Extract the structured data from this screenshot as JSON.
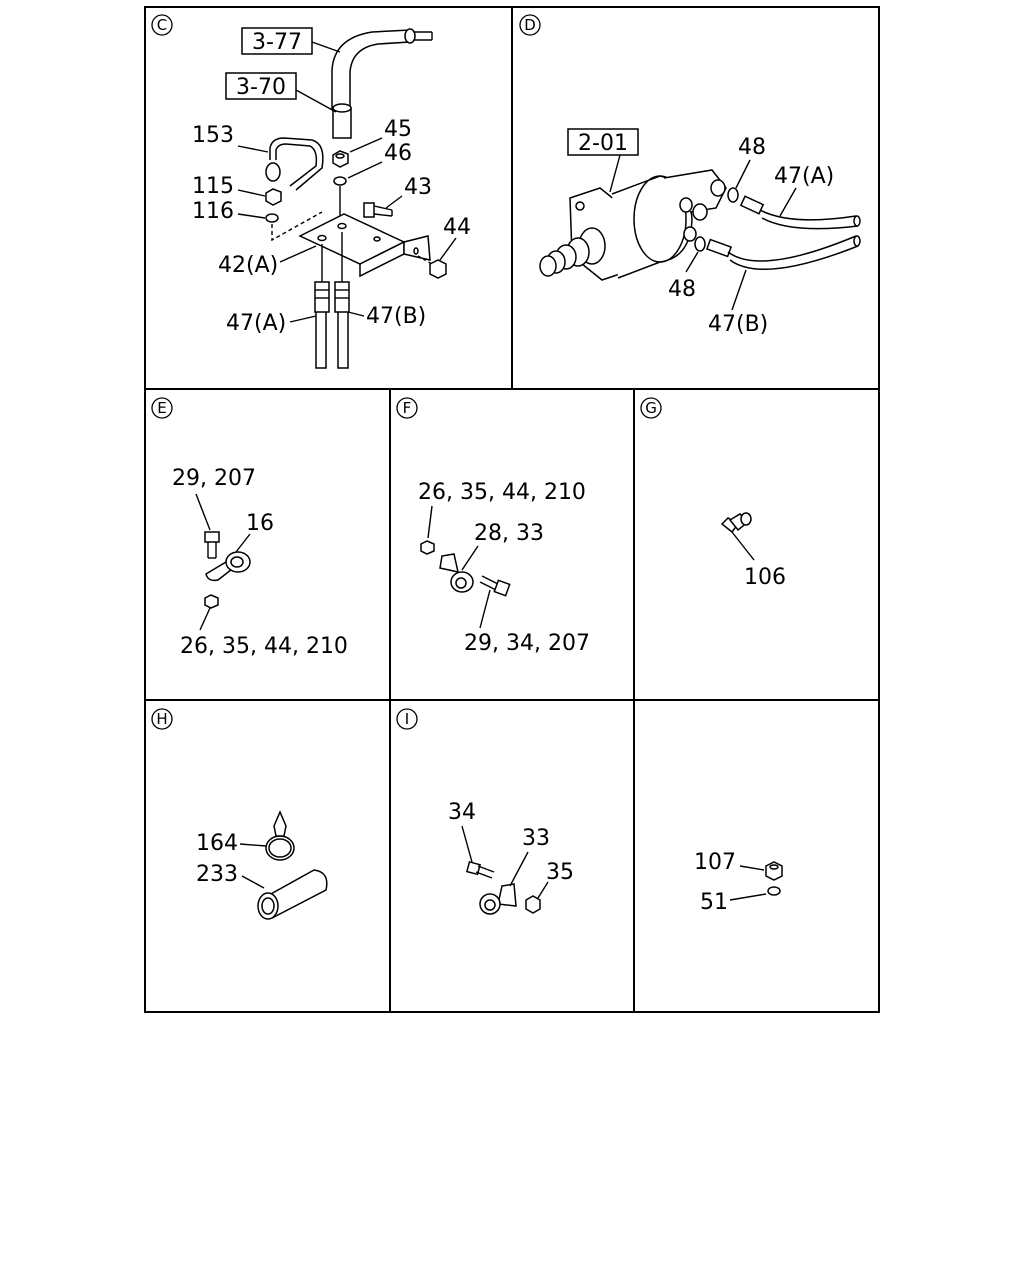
{
  "panels": {
    "C": {
      "letter": "C",
      "refs": [
        "3-77",
        "3-70"
      ],
      "labels": [
        "153",
        "45",
        "46",
        "115",
        "116",
        "43",
        "44",
        "42(A)",
        "47(A)",
        "47(B)"
      ]
    },
    "D": {
      "letter": "D",
      "refs": [
        "2-01"
      ],
      "labels": [
        "48",
        "47(A)",
        "48",
        "47(B)"
      ]
    },
    "E": {
      "letter": "E",
      "labels": [
        "29, 207",
        "16",
        "26, 35, 44, 210"
      ]
    },
    "F": {
      "letter": "F",
      "labels": [
        "26, 35, 44, 210",
        "28, 33",
        "29, 34, 207"
      ]
    },
    "G": {
      "letter": "G",
      "labels": [
        "106"
      ]
    },
    "H": {
      "letter": "H",
      "labels": [
        "164",
        "233"
      ]
    },
    "I": {
      "letter": "I",
      "labels": [
        "34",
        "33",
        "35"
      ]
    },
    "J": {
      "labels": [
        "107",
        "51"
      ]
    }
  }
}
